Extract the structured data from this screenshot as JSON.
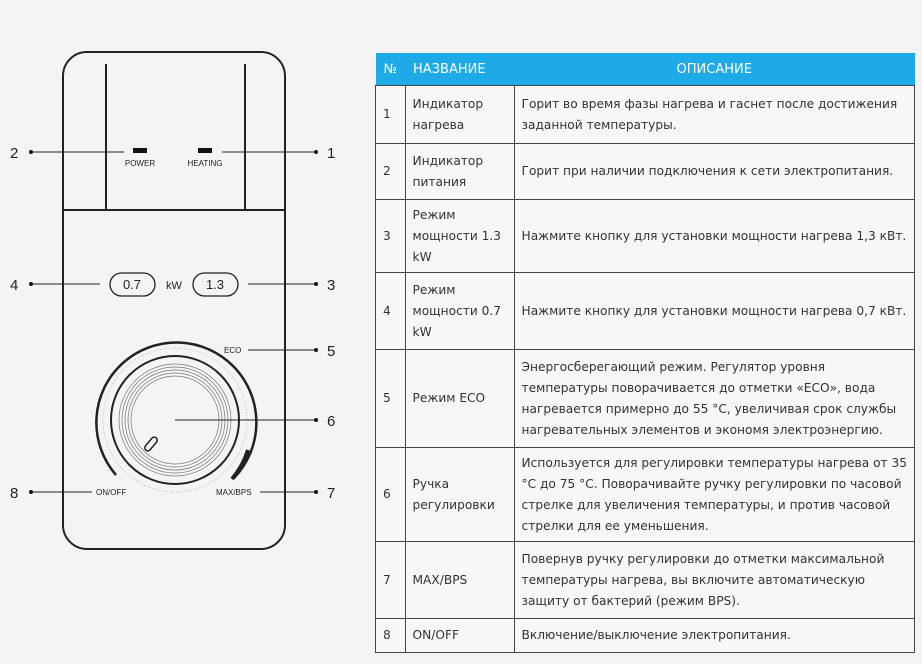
{
  "diagram": {
    "indicators": [
      "POWER",
      "HEATING"
    ],
    "buttons": {
      "low": "0.7",
      "unit": "kW",
      "high": "1.3"
    },
    "dial_labels": {
      "eco": "ECO",
      "onoff": "ON/OFF",
      "max": "MAX/BPS"
    },
    "callouts": [
      "1",
      "2",
      "3",
      "4",
      "5",
      "6",
      "7",
      "8"
    ]
  },
  "table": {
    "headers": [
      "№",
      "НАЗВАНИЕ",
      "ОПИСАНИЕ"
    ],
    "header_color": "#1eaae7",
    "rows": [
      {
        "n": "1",
        "name": "Индикатор нагрева",
        "desc": "Горит во время фазы нагрева и гаснет после достижения заданной температуры."
      },
      {
        "n": "2",
        "name": "Индикатор питания",
        "desc": "Горит при наличии подключения к сети электропитания."
      },
      {
        "n": "3",
        "name": "Режим мощности 1.3 kW",
        "desc": "Нажмите кнопку для установки мощности нагрева 1,3 кВт."
      },
      {
        "n": "4",
        "name": "Режим мощности 0.7 kW",
        "desc": "Нажмите кнопку для установки мощности нагрева 0,7 кВт."
      },
      {
        "n": "5",
        "name": "Режим ECO",
        "desc": "Энергосберегающий режим. Регулятор уровня температуры поворачивается до отметки «ECO», вода нагревается примерно до 55 °C, увеличивая срок службы нагревательных элементов и экономя электроэнергию."
      },
      {
        "n": "6",
        "name": "Ручка регулировки",
        "desc": "Используется для регулировки температуры нагрева от 35 °C до 75 °C. Поворачивайте ручку регулировки по часовой стрелке для увеличения температуры, и против часовой стрелки для ее уменьшения."
      },
      {
        "n": "7",
        "name": "MAX/BPS",
        "desc": "Повернув ручку регулировки до отметки максимальной температуры нагрева, вы включите автоматическую защиту от бактерий (режим BPS)."
      },
      {
        "n": "8",
        "name": "ON/OFF",
        "desc": "Включение/выключение электропитания."
      }
    ]
  }
}
